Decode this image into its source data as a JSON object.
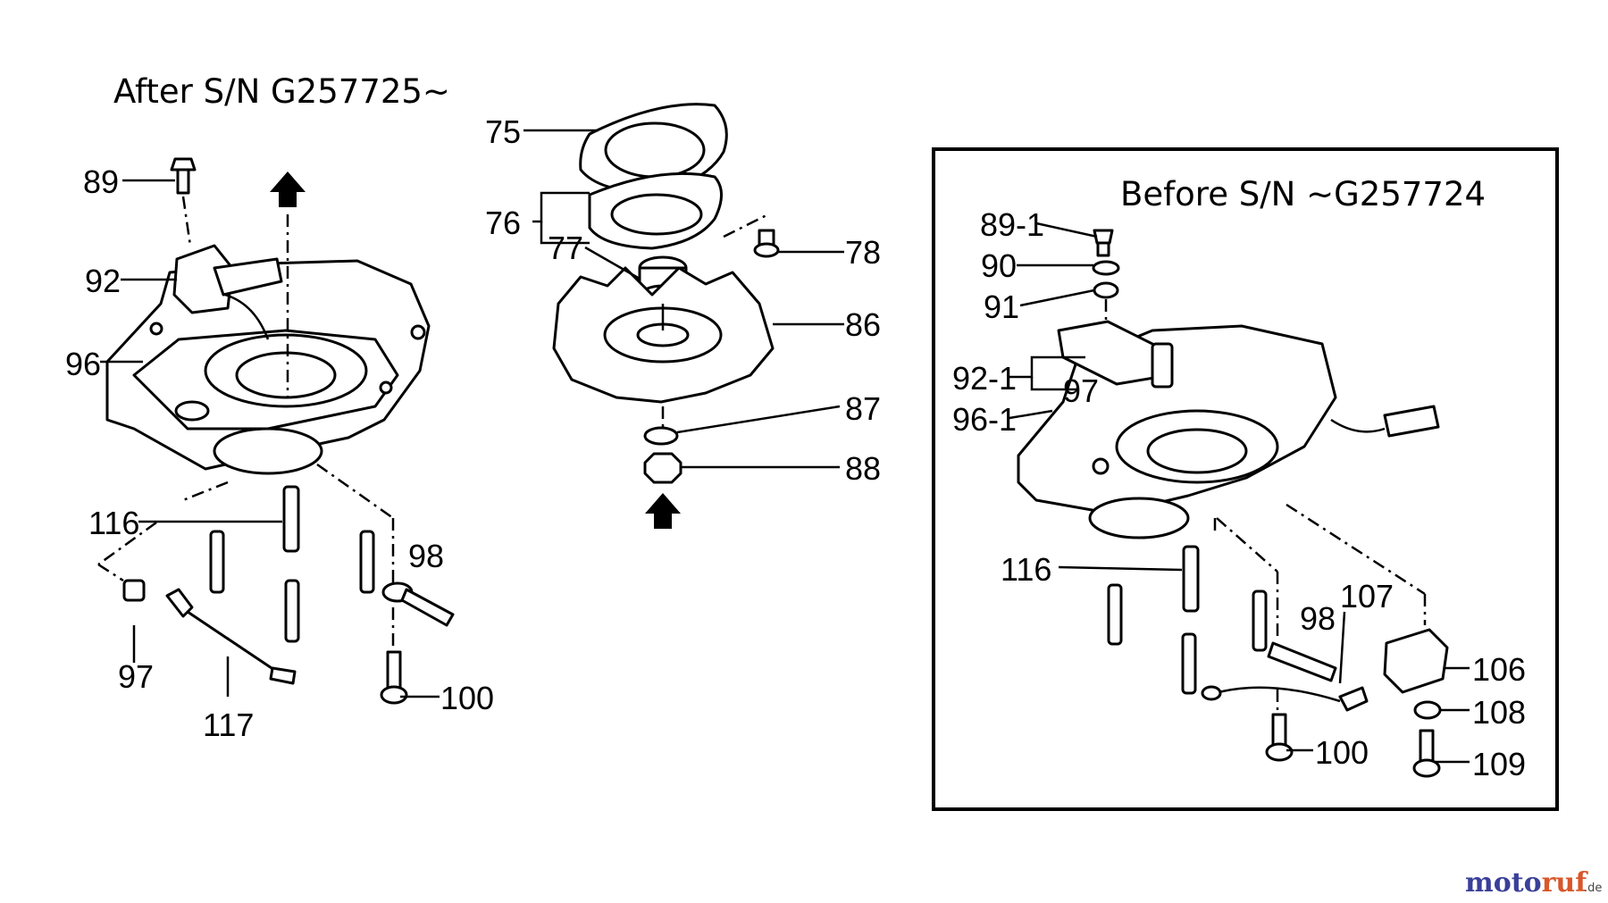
{
  "titles": {
    "after": "After S/N G257725~",
    "before": "Before S/N ~G257724"
  },
  "labels": {
    "p75": "75",
    "p76": "76",
    "p77": "77",
    "p78": "78",
    "p86": "86",
    "p87": "87",
    "p88": "88",
    "p89": "89",
    "p92": "92",
    "p96": "96",
    "p116a": "116",
    "p97a": "97",
    "p117": "117",
    "p98a": "98",
    "p100a": "100",
    "p89_1": "89-1",
    "p90": "90",
    "p91": "91",
    "p92_1": "92-1",
    "p97b": "97",
    "p96_1": "96-1",
    "p116b": "116",
    "p98b": "98",
    "p107": "107",
    "p106": "106",
    "p108": "108",
    "p109": "109",
    "p100b": "100"
  },
  "watermark": {
    "text_a": "moto",
    "text_b": "ruf",
    "suffix": ".de",
    "color_a": "#3a3f99",
    "color_b": "#d8572a"
  },
  "icons": [
    "arrow-up-icon"
  ]
}
